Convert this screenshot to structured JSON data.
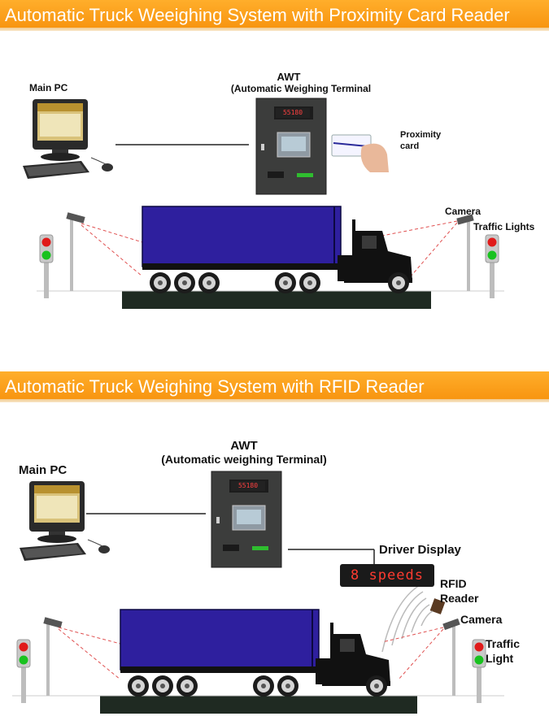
{
  "section1": {
    "title": "Automatic Truck Weeighing System with Proximity Card Reader",
    "labels": {
      "main_pc": "Main PC",
      "awt": "AWT",
      "awt_full": "(Automatic Weighing Terminal",
      "proximity": "Proximity",
      "card": "card",
      "camera": "Camera",
      "traffic_lights": "Traffic Lights"
    },
    "terminal_display": "55180"
  },
  "section2": {
    "title": "Automatic Truck Weighing System with RFID Reader",
    "labels": {
      "main_pc": "Main PC",
      "awt": "AWT",
      "awt_full": "(Automatic weighing Terminal)",
      "driver_display": "Driver Display",
      "driver_display_text": "8 speeds",
      "rfid": "RFID",
      "reader": "Reader",
      "camera": "Camera",
      "traffic": "Traffic",
      "light": "Light"
    },
    "terminal_display": "55180"
  },
  "colors": {
    "banner": "#f7920d",
    "trailer": "#2e1f9e",
    "terminal": "#3a3a3a",
    "light_red": "#e01a1a",
    "light_green": "#19c21f",
    "laser": "#e05050"
  }
}
